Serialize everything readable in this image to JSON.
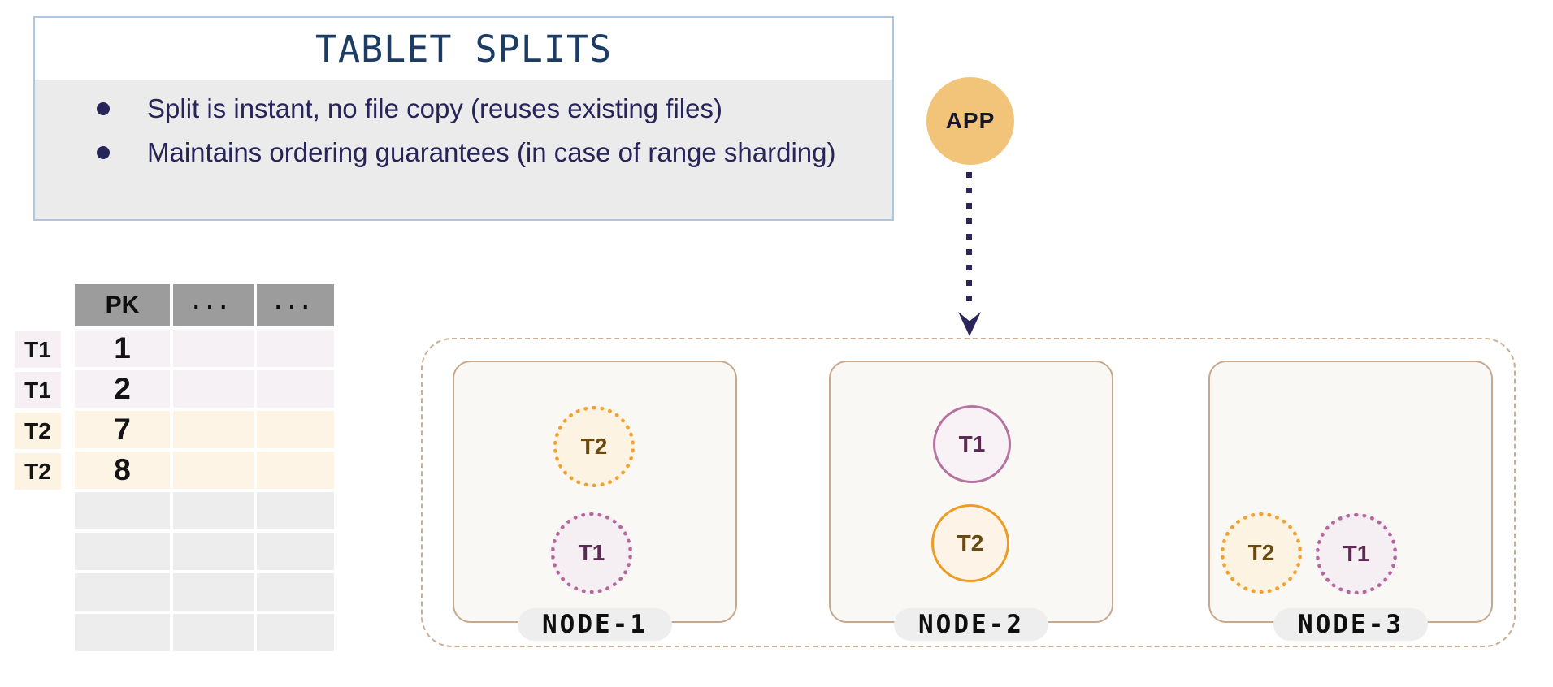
{
  "info_panel": {
    "title": "TABLET SPLITS",
    "bullets": [
      "Split is instant, no file copy (reuses existing files)",
      "Maintains ordering guarantees (in case of range sharding)"
    ]
  },
  "app": {
    "label": "APP"
  },
  "table": {
    "headers": [
      "PK",
      "...",
      "..."
    ],
    "row_labels": [
      "T1",
      "T1",
      "T2",
      "T2"
    ],
    "rows": [
      {
        "tablet": "T1",
        "pk": "1"
      },
      {
        "tablet": "T1",
        "pk": "2"
      },
      {
        "tablet": "T2",
        "pk": "7"
      },
      {
        "tablet": "T2",
        "pk": "8"
      }
    ],
    "empty_row_count": 4
  },
  "cluster": {
    "nodes": [
      {
        "label": "NODE-1",
        "tablets": [
          {
            "name": "T2",
            "style": "dotted",
            "color": "orange"
          },
          {
            "name": "T1",
            "style": "dotted",
            "color": "purple"
          }
        ]
      },
      {
        "label": "NODE-2",
        "tablets": [
          {
            "name": "T1",
            "style": "solid",
            "color": "purple"
          },
          {
            "name": "T2",
            "style": "solid",
            "color": "orange"
          }
        ]
      },
      {
        "label": "NODE-3",
        "tablets": [
          {
            "name": "T2",
            "style": "dotted",
            "color": "orange"
          },
          {
            "name": "T1",
            "style": "dotted",
            "color": "purple"
          }
        ]
      }
    ]
  },
  "colors": {
    "panel_border": "#aec6e2",
    "panel_title_text": "#1d3c64",
    "bullet_text": "#27245a",
    "panel_body_bg": "#ebebeb",
    "app_circle": "#f2c479",
    "arrow": "#2a265c",
    "table_header_bg": "#9c9c9c",
    "t1_row_bg": "#f6f1f5",
    "t2_row_bg": "#fdf4e5",
    "empty_row_bg": "#ededed",
    "cluster_border": "#cbae96",
    "node_border": "#c6a88e",
    "node_bg": "#faf8f5",
    "node_pill_bg": "#eeeeee",
    "tablet_orange": "#ef9b22",
    "tablet_purple": "#b5739f"
  }
}
